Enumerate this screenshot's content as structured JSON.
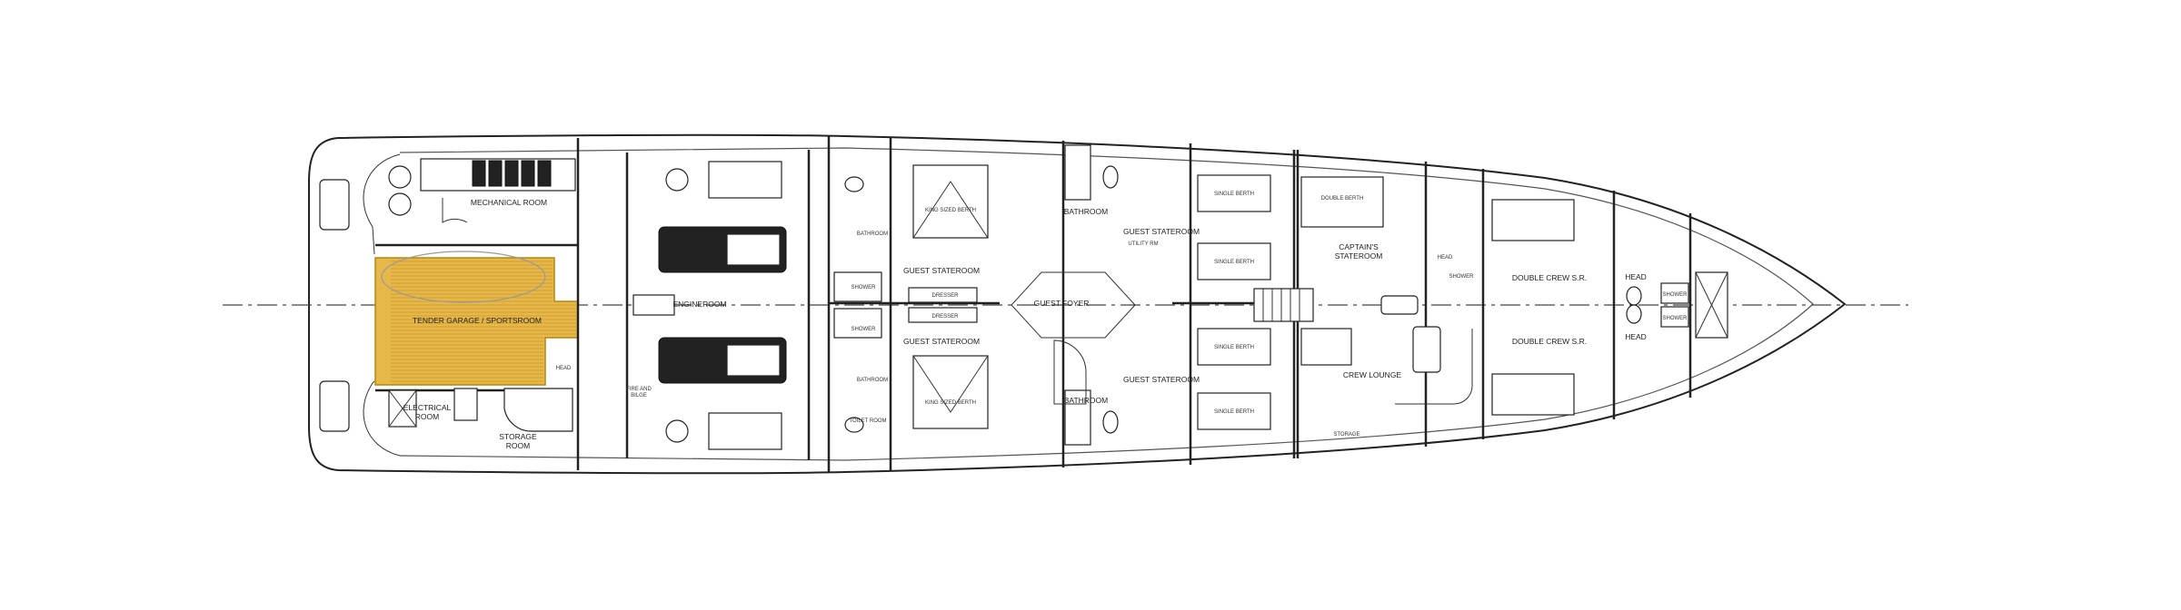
{
  "plan": {
    "rooms": {
      "mechanical_room": "MECHANICAL ROOM",
      "tender_garage": "TENDER GARAGE / SPORTSROOM",
      "electrical_room_1": "ELECTRICAL",
      "electrical_room_2": "ROOM",
      "storage_room_1": "STORAGE",
      "storage_room_2": "ROOM",
      "engineroom": "ENGINEROOM",
      "garage_head": "HEAD",
      "fire_bilge_1": "FIRE AND",
      "fire_bilge_2": "BILGE",
      "guest_stateroom_port_aft": "GUEST STATEROOM",
      "guest_stateroom_stbd_aft": "GUEST STATEROOM",
      "guest_foyer": "GUEST FOYER",
      "bathroom_fwd_port": "BATHROOM",
      "bathroom_fwd_stbd": "BATHROOM",
      "bathroom_aft_port": "BATHROOM",
      "bathroom_aft_stbd": "BATHROOM",
      "shower_port": "SHOWER",
      "shower_stbd": "SHOWER",
      "toilet_room": "TOILET ROOM",
      "dresser_port": "DRESSER",
      "dresser_stbd": "DRESSER",
      "king_berth_port": "KING SIZED BERTH",
      "king_berth_stbd": "KING SIZED BERTH",
      "guest_stateroom_port_fwd": "GUEST STATEROOM",
      "guest_stateroom_stbd_fwd": "GUEST STATEROOM",
      "single_berth_1": "SINGLE BERTH",
      "single_berth_2": "SINGLE BERTH",
      "single_berth_3": "SINGLE BERTH",
      "single_berth_4": "SINGLE BERTH",
      "captains_stateroom_1": "CAPTAIN'S",
      "captains_stateroom_2": "STATEROOM",
      "captain_head": "HEAD",
      "captain_shower": "SHOWER",
      "double_berth": "DOUBLE BERTH",
      "crew_lounge": "CREW LOUNGE",
      "double_crew_port": "DOUBLE CREW S.R.",
      "double_crew_stbd": "DOUBLE CREW S.R.",
      "bow_head_port": "HEAD",
      "bow_head_stbd": "HEAD",
      "bow_shower_port": "SHOWER",
      "bow_shower_stbd": "SHOWER",
      "storage": "STORAGE",
      "utility_room": "UTILITY RM"
    },
    "colors": {
      "garage_fill": "#e6b84a",
      "line": "#222222"
    }
  }
}
